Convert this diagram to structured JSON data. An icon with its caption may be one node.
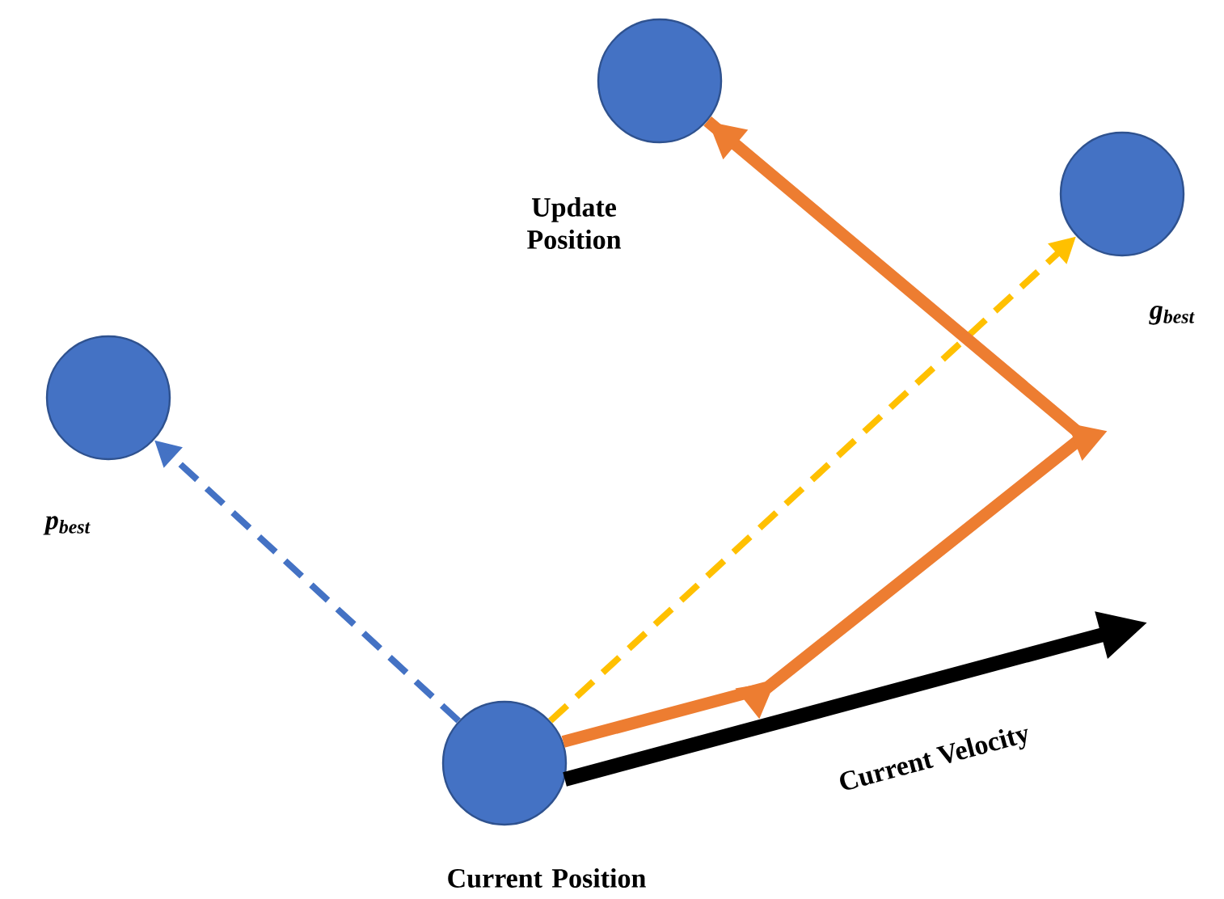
{
  "diagram": {
    "nodes": [
      {
        "text": [],
        "shape": "circle",
        "beside": [
          "Current Position"
        ]
      },
      {
        "text": [],
        "shape": "circle",
        "beside": [
          "p$_{best}$"
        ]
      },
      {
        "text": [],
        "shape": "circle",
        "beside": [
          "Update Position"
        ]
      },
      {
        "text": [],
        "shape": "circle",
        "beside": [
          "g$_{best}$"
        ]
      }
    ],
    "edges": [
      {
        "from": 0,
        "to": 1,
        "arrow": "to",
        "style": "dashed",
        "color": "#4472c4"
      },
      {
        "from": 0,
        "to": 3,
        "arrow": "to",
        "style": "dashed",
        "color": "#ffc000"
      },
      {
        "from": 0,
        "to": 2,
        "arrow": "to",
        "style": "thick",
        "color": "#ed7d31"
      },
      {
        "from": 0,
        "to": null,
        "arrow": "to",
        "style": "thick",
        "color": "#000000",
        "label": "Current Velocity"
      }
    ]
  }
}
